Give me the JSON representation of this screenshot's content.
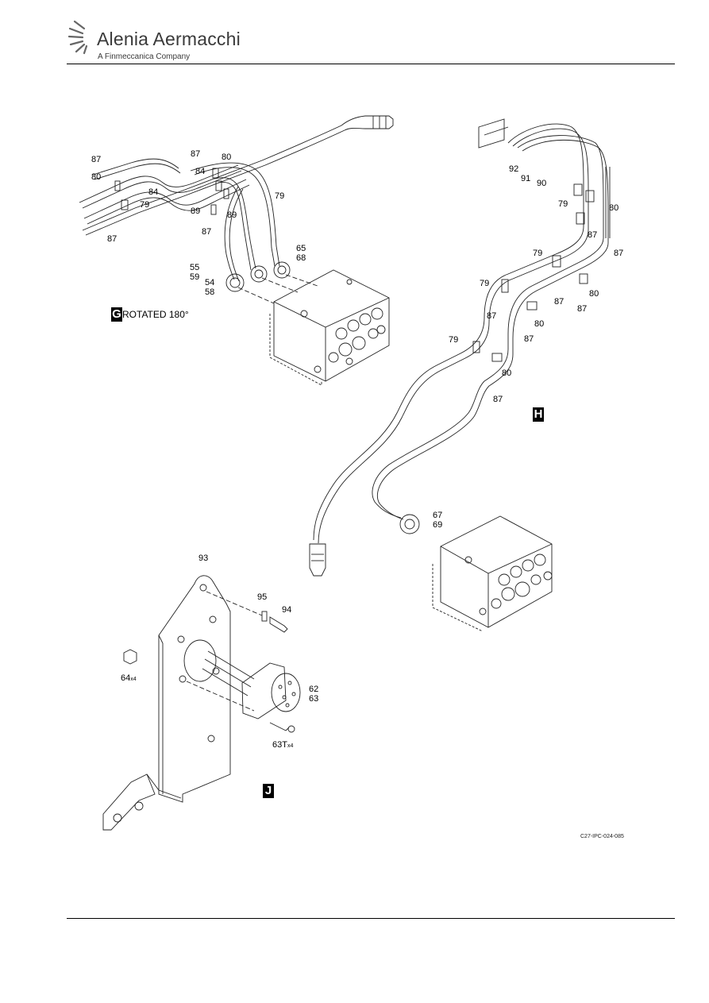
{
  "header": {
    "brand": "Alenia Aermacchi",
    "subtitle": "A Finmeccanica Company"
  },
  "views": {
    "g": {
      "letter": "G",
      "caption": "ROTATED 180°"
    },
    "h": {
      "letter": "H"
    },
    "j": {
      "letter": "J"
    }
  },
  "callouts": {
    "g": [
      "87",
      "80",
      "84",
      "79",
      "87",
      "87",
      "80",
      "84",
      "89",
      "89",
      "87",
      "79",
      "55",
      "59",
      "54",
      "58",
      "65",
      "68"
    ],
    "h": [
      "92",
      "91",
      "90",
      "79",
      "80",
      "87",
      "87",
      "79",
      "79",
      "87",
      "87",
      "80",
      "80",
      "87",
      "79",
      "80",
      "87",
      "67",
      "69"
    ],
    "j": [
      "93",
      "95",
      "94",
      "64",
      "x4",
      "62",
      "63",
      "63T",
      "x4"
    ]
  },
  "figure_ref": "C27-IPC-024-085"
}
